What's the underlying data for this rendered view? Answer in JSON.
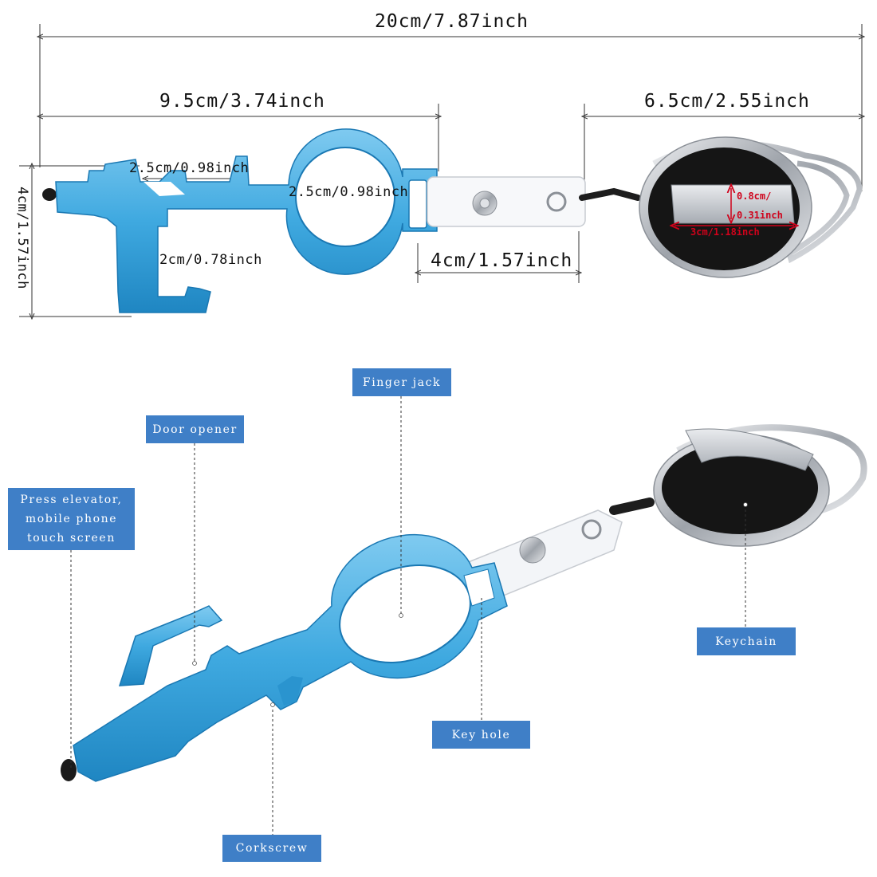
{
  "dimensions": {
    "total_length": "20cm/7.87inch",
    "tool_length": "9.5cm/3.74inch",
    "reel_length": "6.5cm/2.55inch",
    "slot_width": "2.5cm/0.98inch",
    "ring_diameter": "2.5cm/0.98inch",
    "hook_depth": "2cm/0.78inch",
    "tool_height": "4cm/1.57inch",
    "strap_length": "4cm/1.57inch",
    "clip_height_a": "0.8cm/",
    "clip_height_b": "0.31inch",
    "clip_width": "3cm/1.18inch"
  },
  "callouts": {
    "finger_jack": "Finger jack",
    "door_opener": "Door opener",
    "press_elevator_line1": "Press elevator,",
    "press_elevator_line2": "mobile phone",
    "press_elevator_line3": "touch screen",
    "keychain": "Keychain",
    "key_hole": "Key hole",
    "corkscrew": "Corkscrew"
  },
  "colors": {
    "tool_blue": "#3fa9e0",
    "callout_blue": "#3f7fc7",
    "clip_red_text": "#d0021b",
    "reel_black": "#151515",
    "chrome": "#c9ccd1"
  }
}
